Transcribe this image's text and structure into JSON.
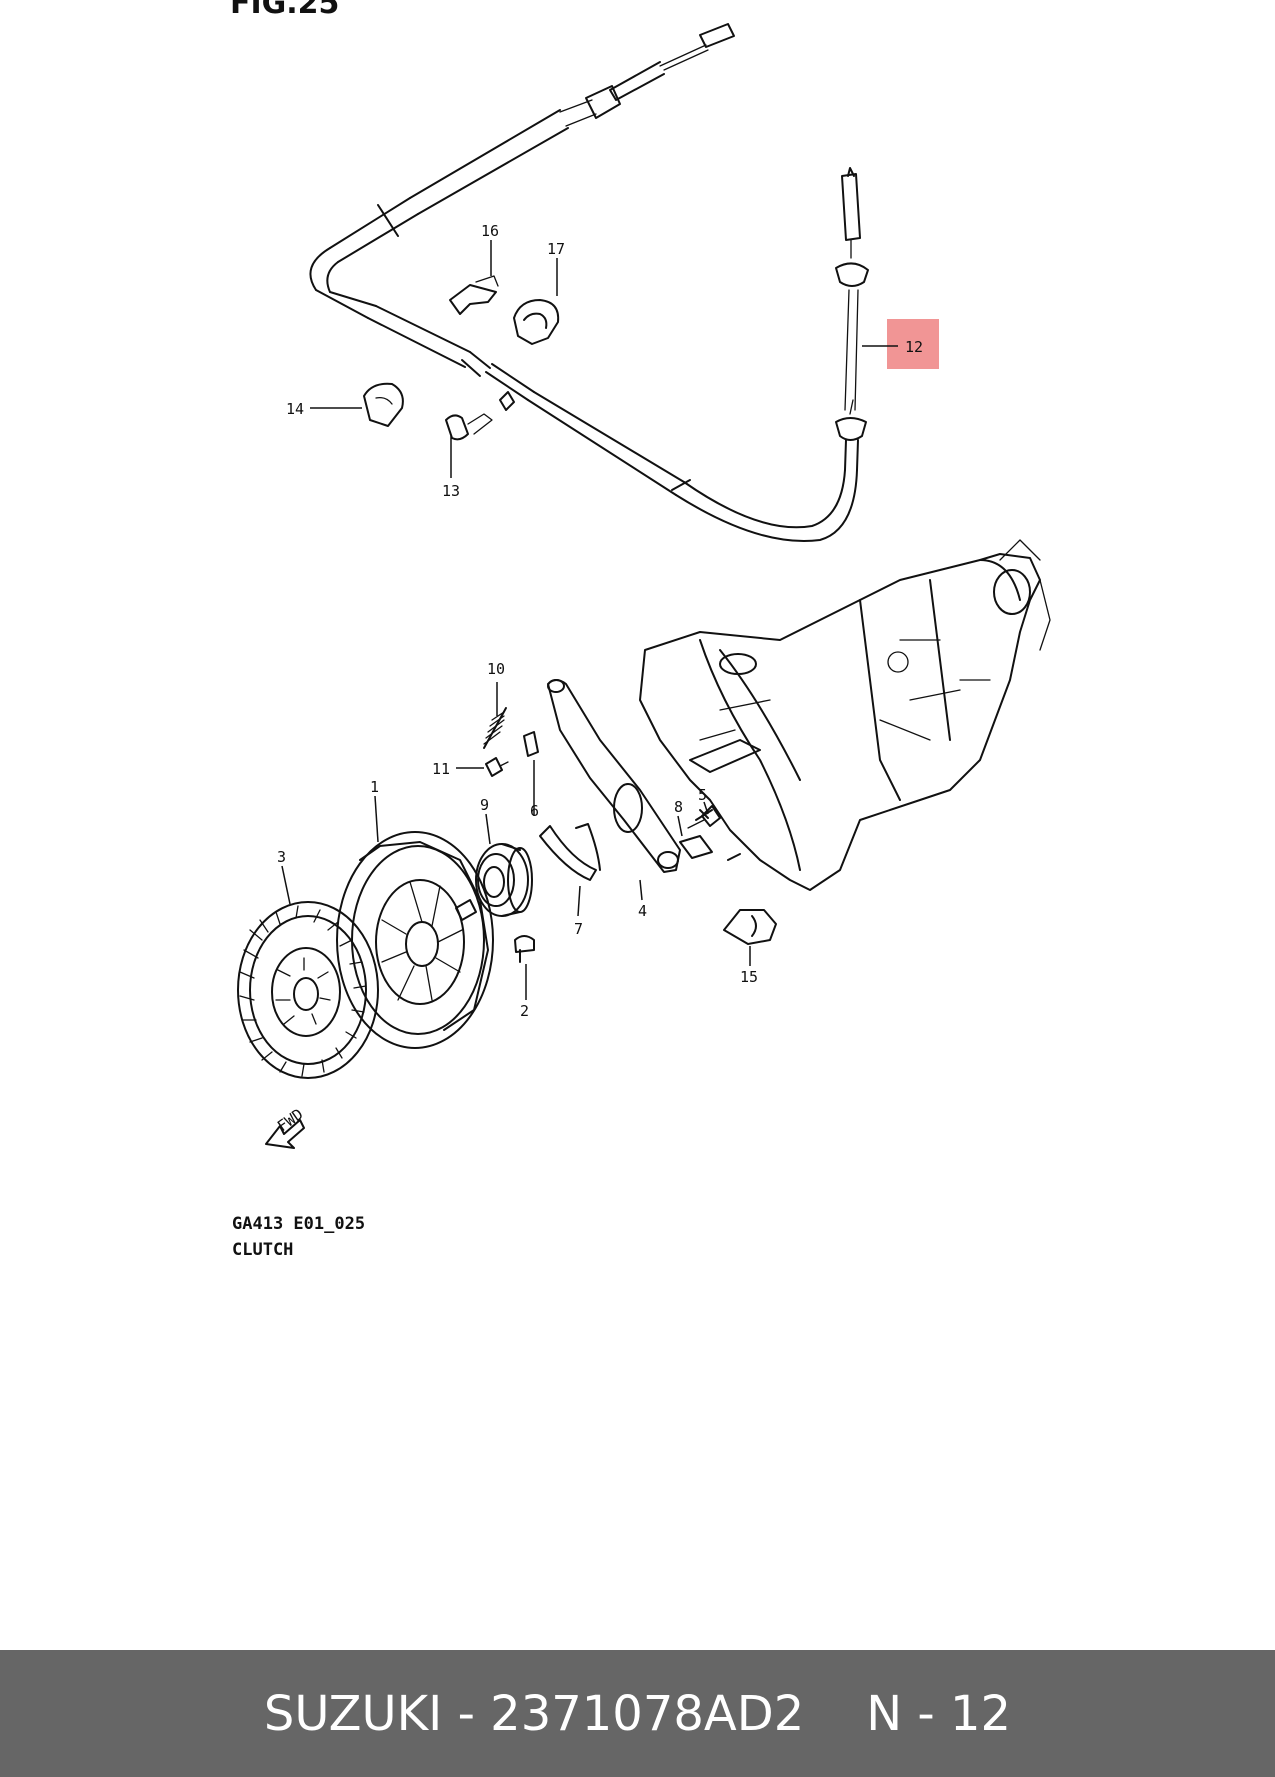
{
  "figure": {
    "title": "FIG.25",
    "code": "GA413  E01_025",
    "name": "CLUTCH",
    "callouts": {
      "c1": "1",
      "c2": "2",
      "c3": "3",
      "c4": "4",
      "c5": "5",
      "c6": "6",
      "c7": "7",
      "c8": "8",
      "c9": "9",
      "c10": "10",
      "c11": "11",
      "c12": "12",
      "c13": "13",
      "c14": "14",
      "c15": "15",
      "c16": "16",
      "c17": "17"
    },
    "highlighted_callout": "12",
    "highlight_color": "#f08a8a",
    "fwd_arrow_label": "FWD"
  },
  "footer": {
    "brand_part": "SUZUKI - 2371078AD2",
    "position": "N - 12",
    "background": "#666666"
  }
}
